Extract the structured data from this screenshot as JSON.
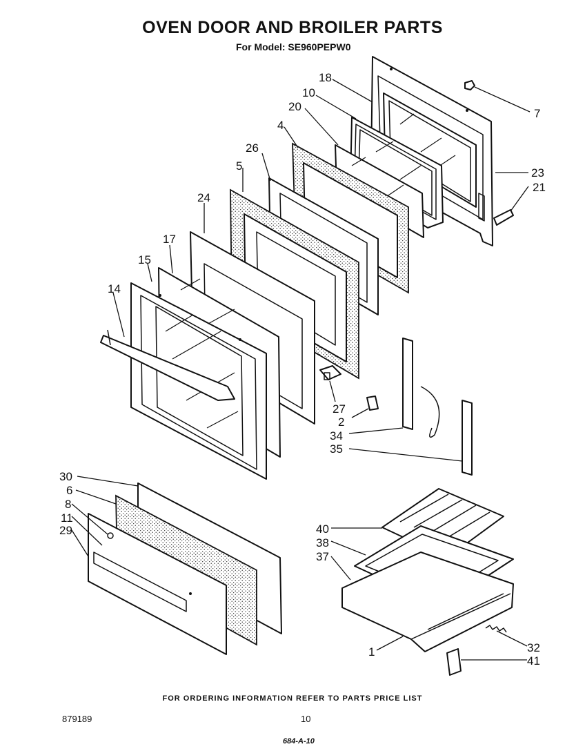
{
  "header": {
    "title": "OVEN DOOR AND BROILER PARTS",
    "subtitle": "For Model: SE960PEPW0"
  },
  "footer": {
    "note": "FOR ORDERING INFORMATION REFER TO PARTS PRICE LIST",
    "doc_number": "879189",
    "page_number": "10",
    "handwritten": "684-A-10"
  },
  "callouts": {
    "c18": "18",
    "c10": "10",
    "c20": "20",
    "c4": "4",
    "c26": "26",
    "c5": "5",
    "c24": "24",
    "c17": "17",
    "c15": "15",
    "c14": "14",
    "c7": "7",
    "c23": "23",
    "c21": "21",
    "c27": "27",
    "c2": "2",
    "c34": "34",
    "c35": "35",
    "c30": "30",
    "c6": "6",
    "c8": "8",
    "c11": "11",
    "c29": "29",
    "c40": "40",
    "c38": "38",
    "c37": "37",
    "c1": "1",
    "c32": "32",
    "c41": "41"
  }
}
